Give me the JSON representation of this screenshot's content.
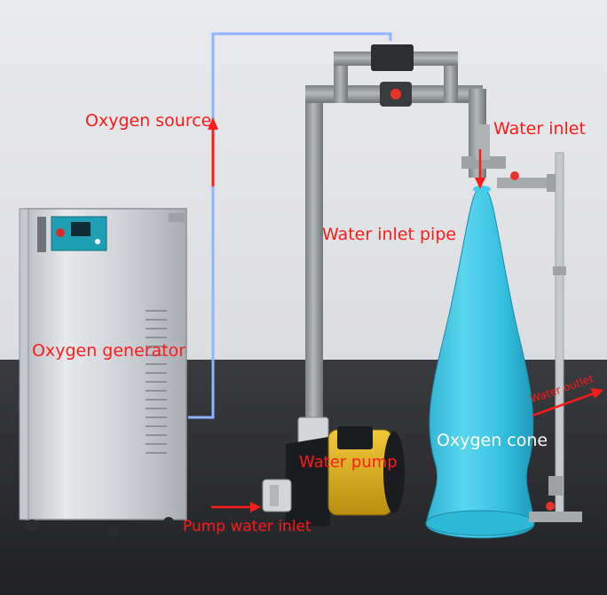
{
  "labels": {
    "oxygen_source": "Oxygen source",
    "water_inlet": "Water inlet",
    "water_inlet_pipe": "Water inlet pipe",
    "oxygen_generator": "Oxygen generator",
    "water_outlet": "Water outlet",
    "oxygen_cone": "Oxygen cone",
    "water_pump": "Water pump",
    "pump_water_inlet": "Pump water  inlet"
  },
  "colors": {
    "annotation": "#ff1a1a",
    "oxygen_line": "#8fb4ff",
    "cone": "#3ec9e6",
    "pipe": "#8d9396",
    "generator": "#c9ccd1",
    "pump": "#e0b21c",
    "wall": "#e6e7ea",
    "floor": "#2a2b2e"
  }
}
